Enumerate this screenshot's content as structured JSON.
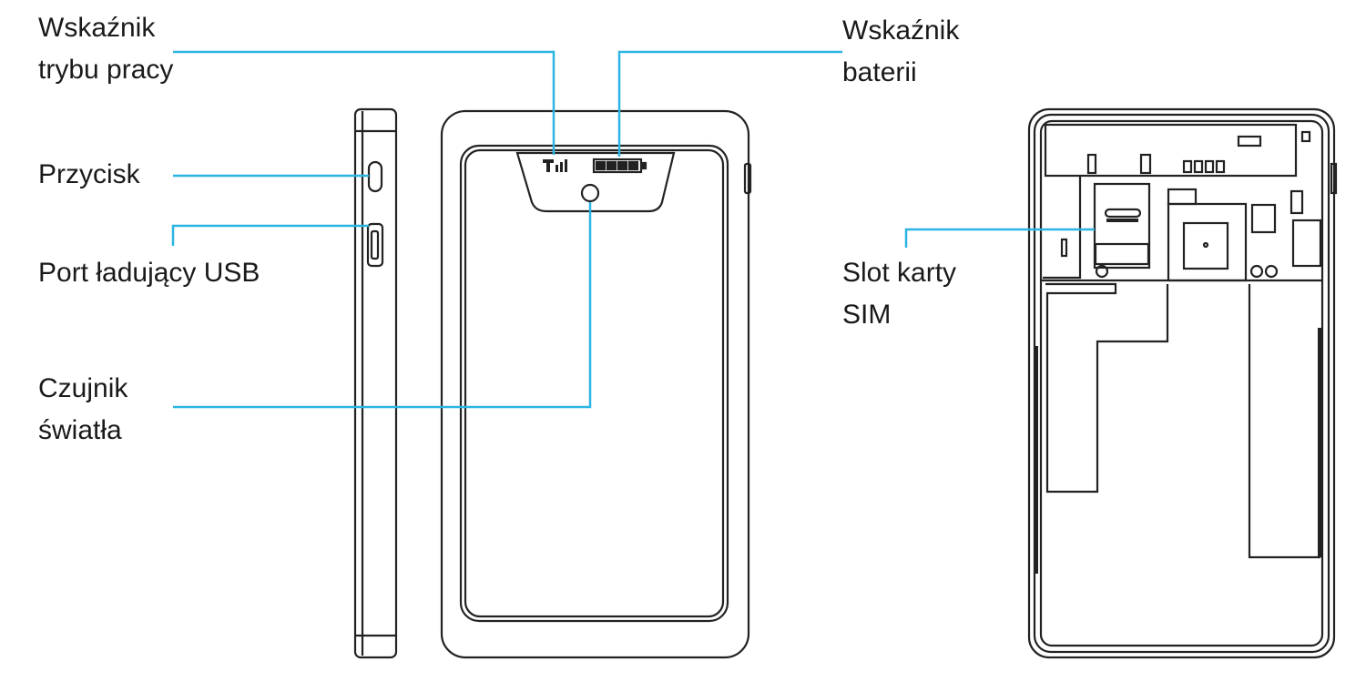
{
  "colors": {
    "callout": "#2bb5e3",
    "outline": "#222222"
  },
  "labels": {
    "mode_indicator": {
      "line1": "Wskaźnik",
      "line2": "trybu pracy"
    },
    "battery_indicator": {
      "line1": "Wskaźnik",
      "line2": "baterii"
    },
    "button": {
      "line1": "Przycisk"
    },
    "usb_port": {
      "line1": "Port ładujący USB"
    },
    "light_sensor": {
      "line1": "Czujnik",
      "line2": "światła"
    },
    "sim_slot": {
      "line1": "Slot karty",
      "line2": "SIM"
    }
  }
}
